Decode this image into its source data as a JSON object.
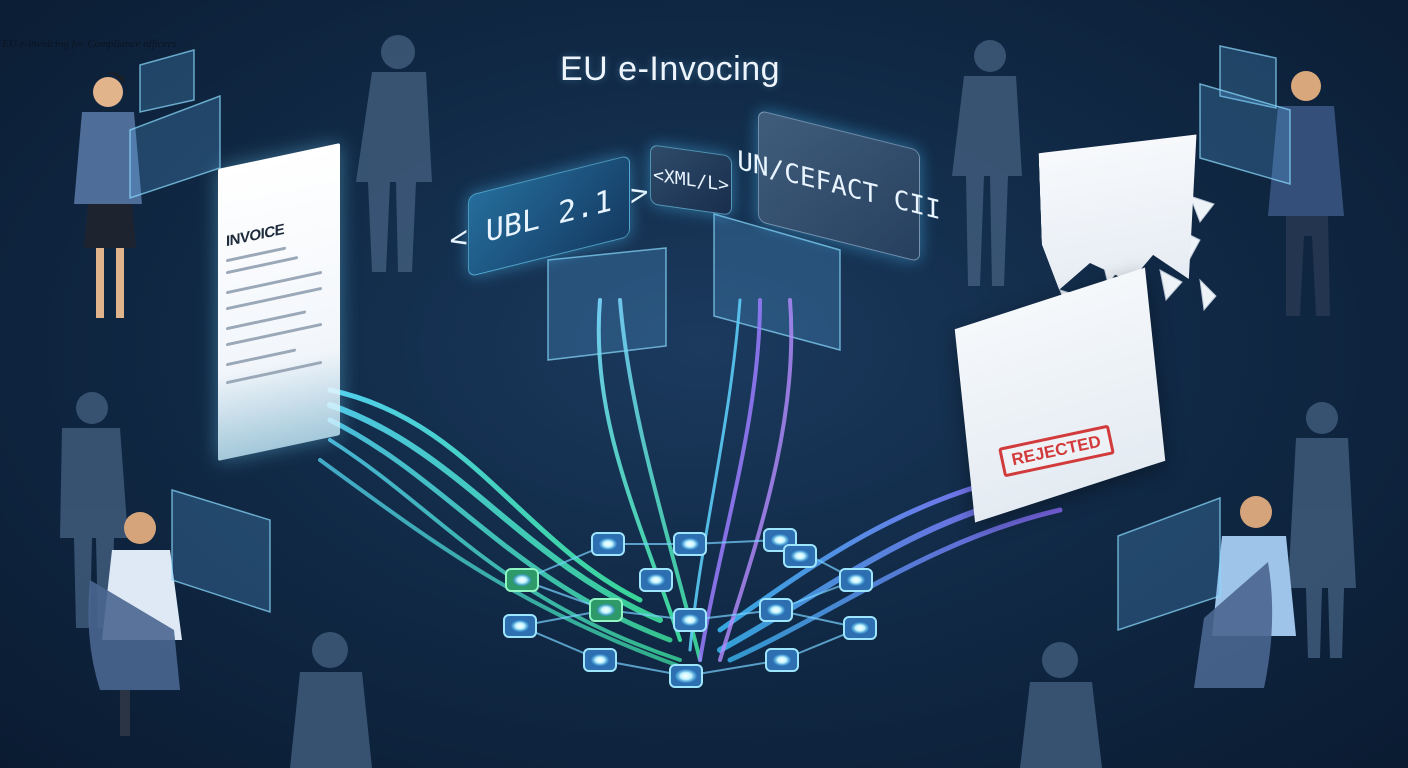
{
  "caption": "EU e-invoicing for Compliance officers",
  "title": "EU e-Invocing",
  "format_tags": {
    "ubl": "< UBL 2.1 >",
    "xml": "<XML/L>",
    "uncefact": "UN/CEFACT CII"
  },
  "invoice_document": {
    "heading": "INVOICE"
  },
  "rejected_stamp": "REJECTED",
  "colors": {
    "background": "#112a47",
    "stream_green": "#3ee8a0",
    "stream_blue": "#39b6f0",
    "stream_purple": "#8f6bff",
    "node_glow": "#bff4ff",
    "stamp_red": "#d23b3b"
  }
}
